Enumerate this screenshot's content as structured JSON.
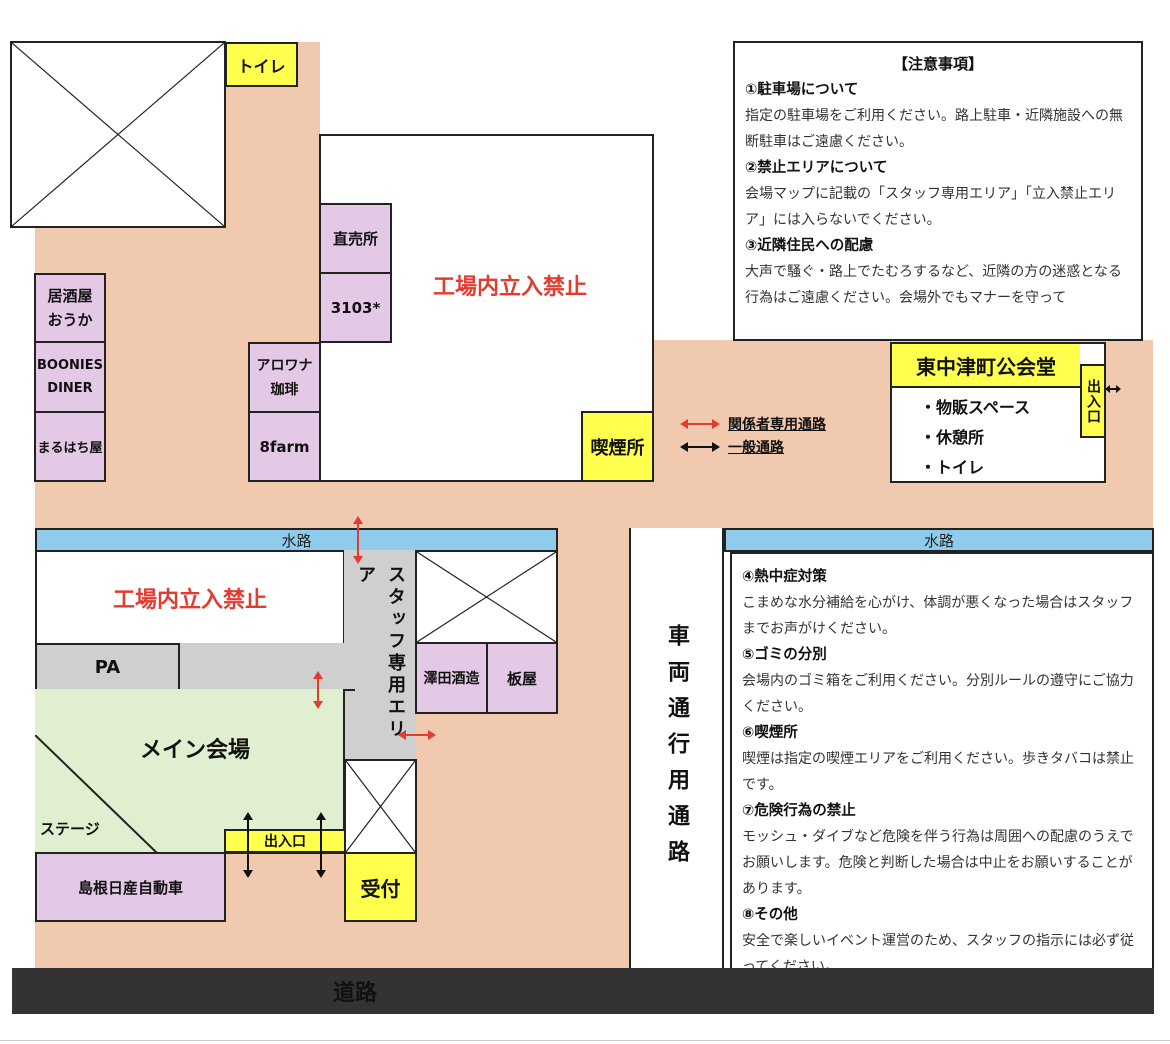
{
  "colors": {
    "ground": "#f0c9ae",
    "vendor": "#e3c9e6",
    "highlight": "#ffff4d",
    "water": "#8fcbea",
    "staff_area": "#cfcfcf",
    "main_hall": "#e0efcf",
    "road": "#333333",
    "no_entry_text": "#e23b2f",
    "staff_arrow": "#e23b2f",
    "public_arrow": "#111111"
  },
  "labels": {
    "toilet": "トイレ",
    "factory_no_entry": "工場内立入禁止",
    "direct_sale": "直売所",
    "booth_3103": "3103*",
    "alowana": "アロワナ\n珈琲",
    "farm8": "8farm",
    "izakaya": "居酒屋\nおうか",
    "boonies": "BOONIES\nDINER",
    "maruhachi": "まるはち屋",
    "smoking": "喫煙所",
    "community_hall": "東中津町公会堂",
    "hall_items": [
      "・物販スペース",
      "・休憩所",
      "・トイレ"
    ],
    "entrance_vertical": "出入口",
    "water_left": "水路",
    "water_right": "水路",
    "pa": "PA",
    "staff_area": "スタッフ専用エリア",
    "sawada": "澤田酒造",
    "itaya": "板屋",
    "main_hall": "メイン会場",
    "stage": "ステージ",
    "entrance": "出入口",
    "shimane": "島根日産自動車",
    "reception": "受付",
    "vehicle_road": "車両通行用通路",
    "road": "道路"
  },
  "legend": {
    "staff_route": "関係者専用通路",
    "public_route": "一般通路"
  },
  "notices_top": {
    "title": "【注意事項】",
    "sections": [
      {
        "heading": "①駐車場について",
        "body": "指定の駐車場をご利用ください。路上駐車・近隣施設への無断駐車はご遠慮ください。"
      },
      {
        "heading": "②禁止エリアについて",
        "body": "会場マップに記載の「スタッフ専用エリア」「立入禁止エリア」には入らないでください。"
      },
      {
        "heading": "③近隣住民への配慮",
        "body": "大声で騒ぐ・路上でたむろするなど、近隣の方の迷惑となる行為はご遠慮ください。会場外でもマナーを守って"
      }
    ]
  },
  "notices_bottom": {
    "sections": [
      {
        "heading": "④熱中症対策",
        "body": "こまめな水分補給を心がけ、体調が悪くなった場合はスタッフまでお声がけください。"
      },
      {
        "heading": "⑤ゴミの分別",
        "body": "会場内のゴミ箱をご利用ください。分別ルールの遵守にご協力ください。"
      },
      {
        "heading": "⑥喫煙所",
        "body": "喫煙は指定の喫煙エリアをご利用ください。歩きタバコは禁止です。"
      },
      {
        "heading": "⑦危険行為の禁止",
        "body": "モッシュ・ダイブなど危険を伴う行為は周囲への配慮のうえでお願いします。危険と判断した場合は中止をお願いすることがあります。"
      },
      {
        "heading": "⑧その他",
        "body": "安全で楽しいイベント運営のため、スタッフの指示には必ず従ってください。"
      }
    ]
  }
}
